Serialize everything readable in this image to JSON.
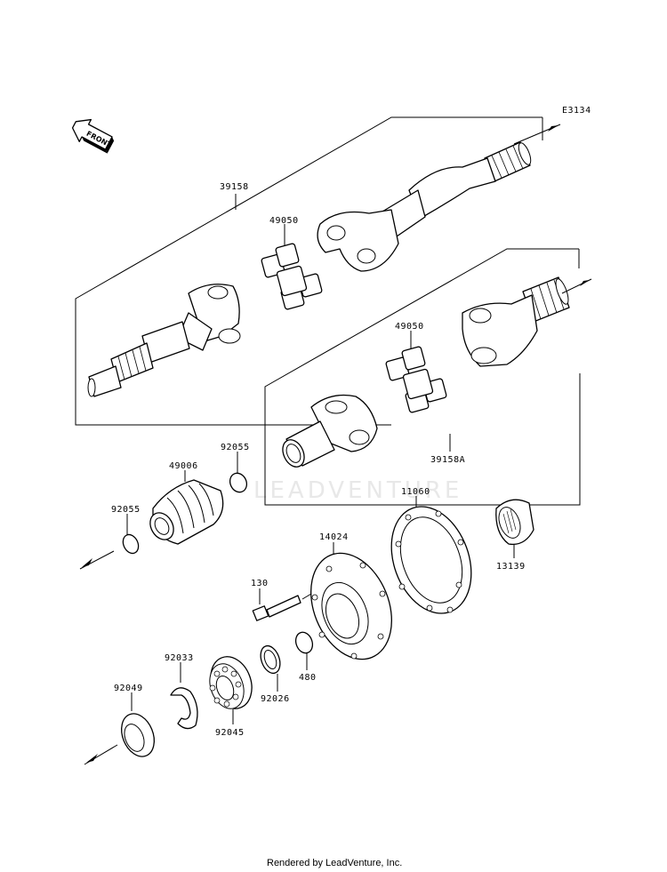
{
  "diagram_code": "E3134",
  "front_label": "FRONT",
  "watermark": "LEADVENTURE",
  "footer": "Rendered by LeadVenture, Inc.",
  "labels": {
    "p39158": "39158",
    "p49050_a": "49050",
    "p49050_b": "49050",
    "p39158A": "39158A",
    "p49006": "49006",
    "p92055_a": "92055",
    "p92055_b": "92055",
    "p11060": "11060",
    "p14024": "14024",
    "p13139": "13139",
    "p130": "130",
    "p480": "480",
    "p92033": "92033",
    "p92026": "92026",
    "p92049": "92049",
    "p92045": "92045"
  }
}
